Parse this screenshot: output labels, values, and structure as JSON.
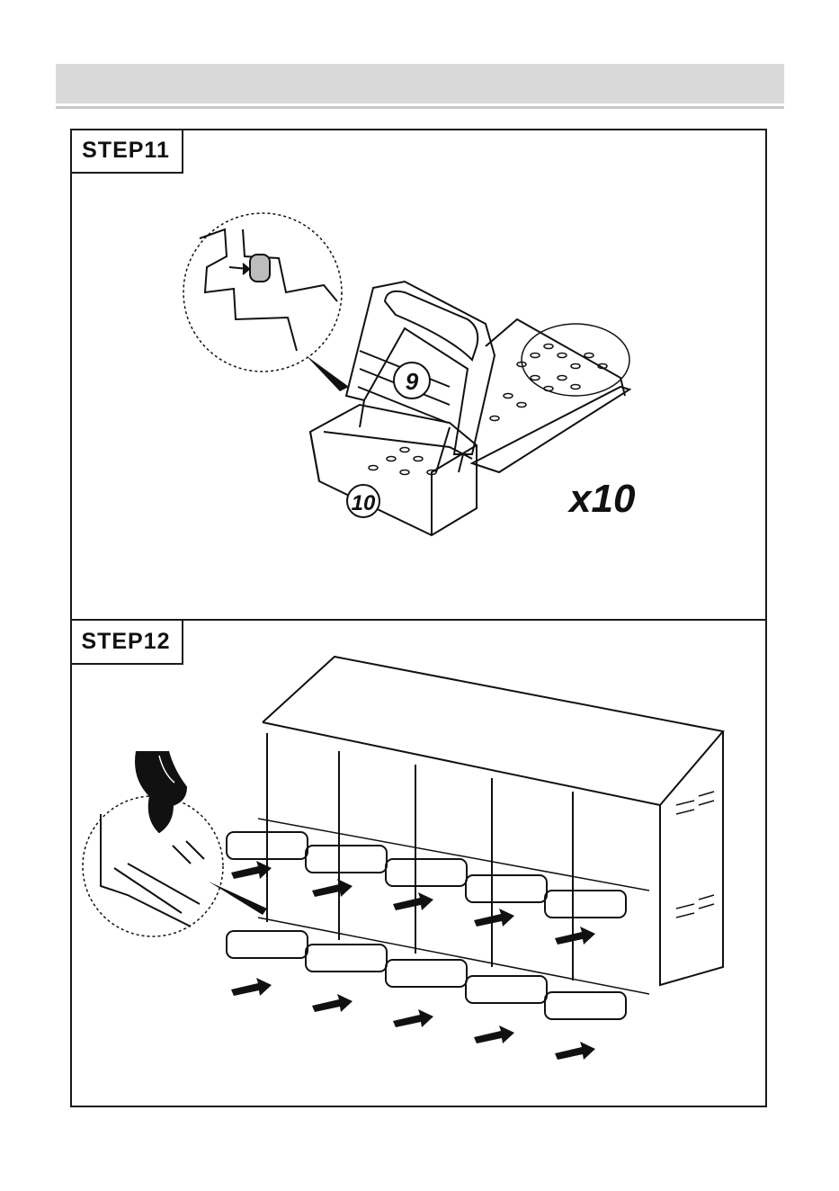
{
  "steps": [
    {
      "label": "STEP11",
      "parts": [
        "9",
        "10"
      ],
      "quantity": "x10"
    },
    {
      "label": "STEP12"
    }
  ]
}
